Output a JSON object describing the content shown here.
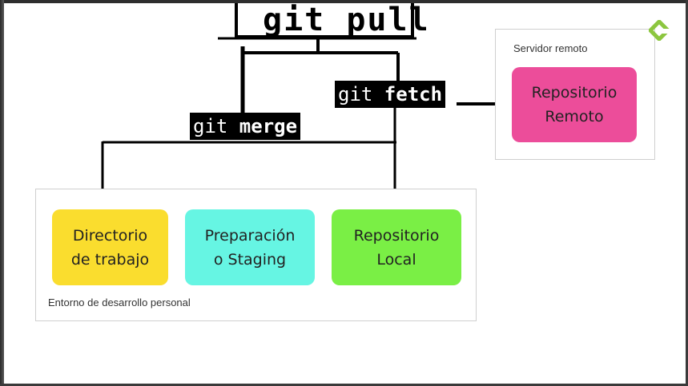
{
  "commands": {
    "pull": "git pull",
    "fetch_prefix": "git ",
    "fetch_word": "fetch",
    "merge_prefix": "git ",
    "merge_word": "merge"
  },
  "remote_container": {
    "label": "Servidor remoto",
    "box": {
      "label": "Repositorio\nRemoto",
      "color": "#ec4d9a"
    }
  },
  "local_container": {
    "label": "Entorno de desarrollo personal",
    "boxes": [
      {
        "label": "Directorio\nde trabajo",
        "color": "#fadd2e"
      },
      {
        "label": "Preparación\no Staging",
        "color": "#66f5e3"
      },
      {
        "label": "Repositorio\nLocal",
        "color": "#7aef45"
      }
    ]
  },
  "colors": {
    "line": "#000000",
    "logo": "#8cc63f"
  },
  "icons": {
    "logo": "brand-logo-icon"
  }
}
